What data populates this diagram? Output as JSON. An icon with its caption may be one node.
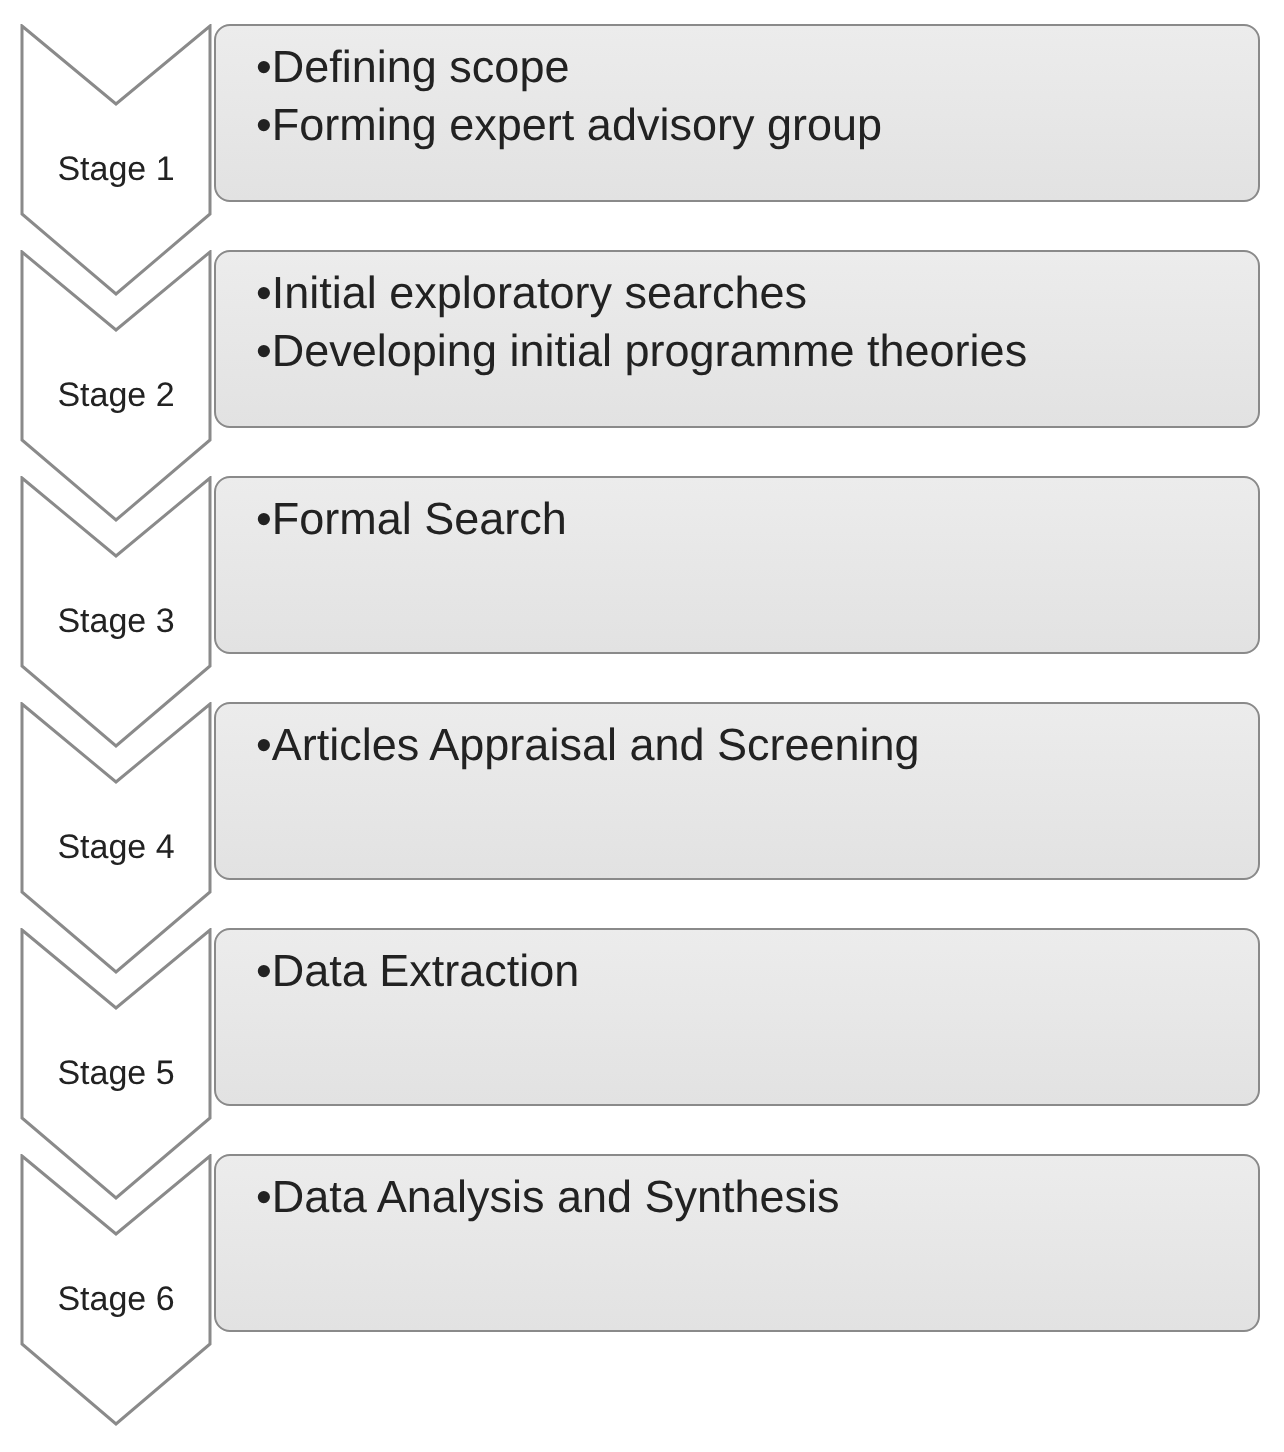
{
  "diagram": {
    "nodes": [
      {
        "text": [
          "Stage 1"
        ]
      },
      {
        "text": [
          "•Defining scope",
          "•Forming expert advisory group"
        ]
      },
      {
        "text": [
          "Stage 2"
        ]
      },
      {
        "text": [
          "•Initial exploratory searches",
          "•Developing initial programme theories"
        ]
      },
      {
        "text": [
          "Stage 3"
        ]
      },
      {
        "text": [
          "•Formal Search"
        ]
      },
      {
        "text": [
          "Stage 4"
        ]
      },
      {
        "text": [
          "•Articles Appraisal and Screening"
        ]
      },
      {
        "text": [
          "Stage 5"
        ]
      },
      {
        "text": [
          "•Data Extraction"
        ]
      },
      {
        "text": [
          "Stage 6"
        ]
      },
      {
        "text": [
          "•Data Analysis and Synthesis"
        ]
      }
    ]
  }
}
